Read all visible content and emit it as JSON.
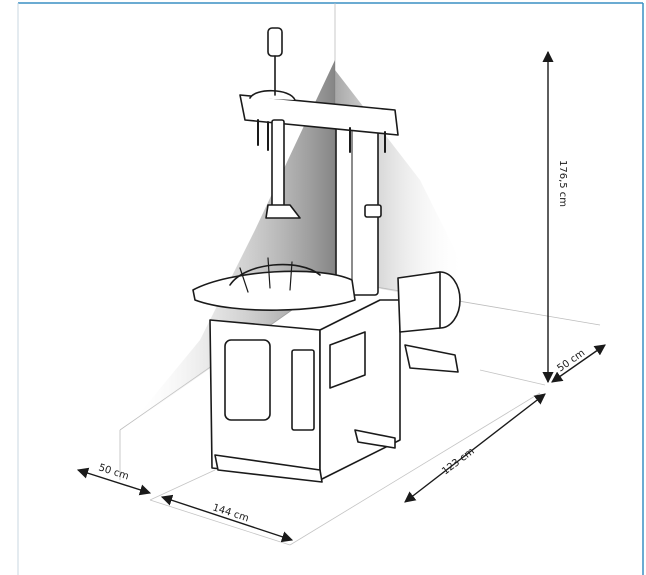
{
  "colors": {
    "border": "#3a8fc4",
    "ink": "#1a1a1a",
    "shadow": "#9a9a9a"
  },
  "dimensions": {
    "height": "176,5 cm",
    "depth_right": "50 cm",
    "width_right": "123 cm",
    "length_front": "144 cm",
    "depth_left": "50 cm"
  },
  "illustration": {
    "icon": "tire-changer-machine-icon"
  }
}
